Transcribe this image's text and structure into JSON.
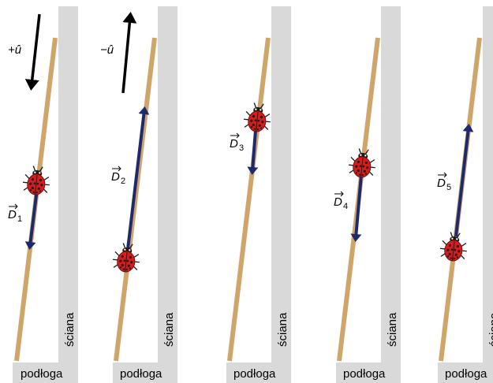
{
  "labels": {
    "floor": "podłoga",
    "wall": "ściana"
  },
  "direction_indicators": [
    {
      "label": "+û",
      "direction": "down"
    },
    {
      "label": "−û",
      "direction": "up"
    }
  ],
  "panels": [
    {
      "vector_letter": "D",
      "vector_sub": "1",
      "motion": "down"
    },
    {
      "vector_letter": "D",
      "vector_sub": "2",
      "motion": "up"
    },
    {
      "vector_letter": "D",
      "vector_sub": "3",
      "motion": "down"
    },
    {
      "vector_letter": "D",
      "vector_sub": "4",
      "motion": "down"
    },
    {
      "vector_letter": "D",
      "vector_sub": "5",
      "motion": "up"
    }
  ],
  "colors": {
    "floor": "#d9d9d9",
    "wall": "#d9d9d9",
    "stick": "#cfa56a",
    "arrow": "#1f2a6e",
    "ladybug_body": "#d81c1c",
    "ladybug_spots": "#1a1a1a",
    "indicator_arrow": "#000000"
  }
}
